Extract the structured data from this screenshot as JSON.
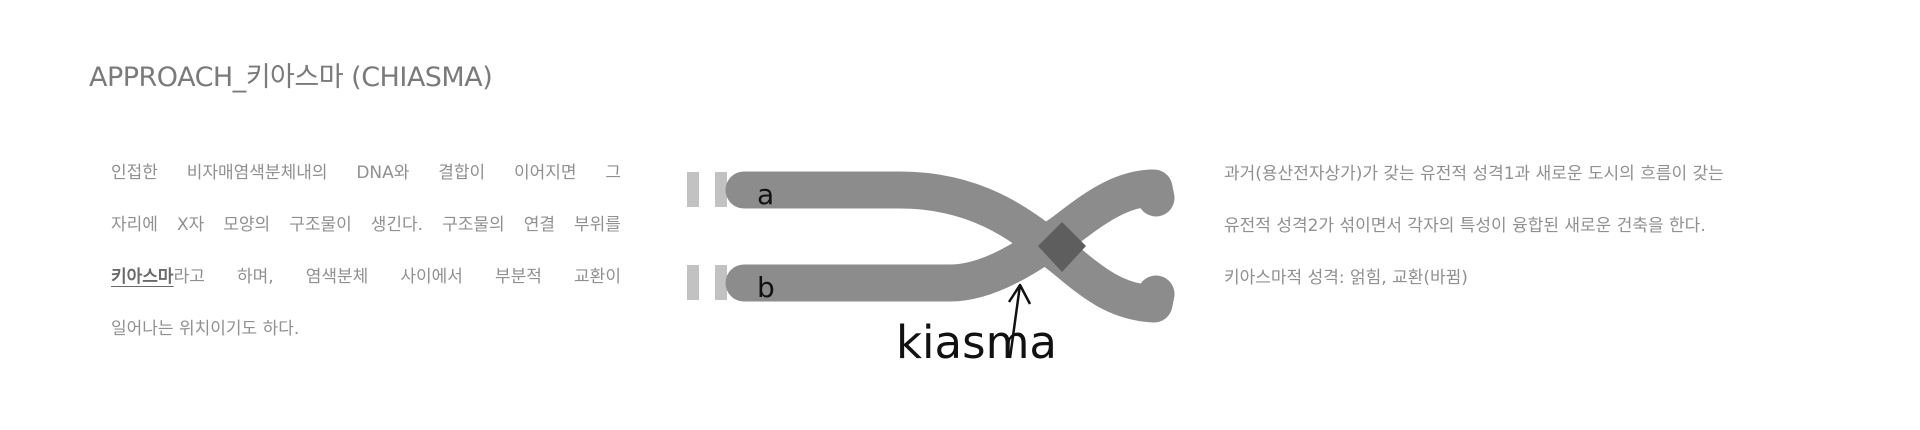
{
  "title": "APPROACH_키아스마 (CHIASMA)",
  "left_paragraph": {
    "line1_words": [
      "인접한",
      "비자매염색분체내의",
      "DNA와",
      "결합이",
      "이어지면",
      "그"
    ],
    "line2_words": [
      "자리에",
      "X자",
      "모양의",
      "구조물이",
      "생긴다.",
      "구조물의",
      "연결",
      "부위를"
    ],
    "line3_term": "키아스마",
    "line3_words": [
      "라고",
      "하며,",
      "염색분체",
      "사이에서",
      "부분적",
      "교환이"
    ],
    "line4": "일어나는 위치이기도 하다."
  },
  "diagram": {
    "label_a": "a",
    "label_b": "b",
    "label_kiasma": "kiasma",
    "colors": {
      "strand": "#8c8c8c",
      "tick": "#c2c2c2",
      "crossing": "#5e5e5e",
      "label": "#111111"
    }
  },
  "right_paragraph": {
    "line1": "과거(용산전자상가)가 갖는 유전적 성격1과 새로운 도시의 흐름이 갖는",
    "line2": "유전적 성격2가 섞이면서 각자의 특성이 융합된 새로운 건축을 한다.",
    "line3": "키아스마적 성격: 얽힘, 교환(바뀜)"
  }
}
